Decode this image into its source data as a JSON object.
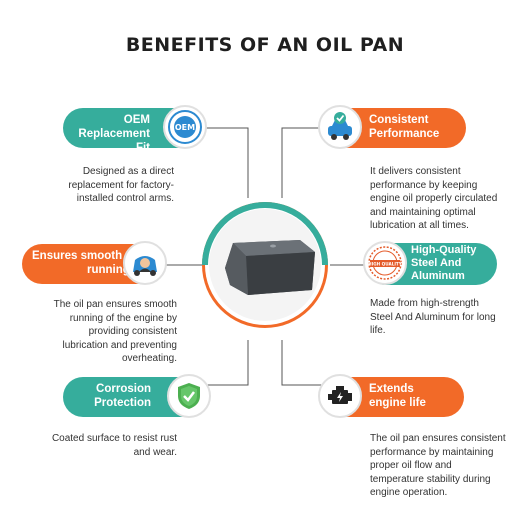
{
  "title": "BENEFITS OF AN OIL PAN",
  "colors": {
    "teal": "#36ad9c",
    "orange": "#f26a28",
    "line": "#555555"
  },
  "features": [
    {
      "title_line1": "OEM",
      "title_line2": "Replacement Fit",
      "icon": "oem-seal-icon",
      "badge_text": "OEM",
      "description": [
        "Designed as a direct",
        "replacement for factory-",
        "installed control arms."
      ]
    },
    {
      "title_line1": "Consistent",
      "title_line2": "Performance",
      "icon": "car-checkmark-icon",
      "description": [
        "It delivers consistent",
        "performance by keeping",
        "engine oil properly circulated",
        "and maintaining optimal",
        "lubrication at all times."
      ]
    },
    {
      "title_line1": "Ensures smooth",
      "title_line2": "running",
      "icon": "driver-in-car-icon",
      "description": [
        "The oil pan ensures smooth",
        "running of the engine by",
        "providing consistent",
        "lubrication and preventing",
        "overheating."
      ]
    },
    {
      "title_line1": "High-Quality",
      "title_line2": "Steel And",
      "title_line3": "Aluminum",
      "icon": "high-quality-stamp-icon",
      "badge_text": "HIGH QUALITY",
      "description": [
        "Made from high-strength",
        "Steel And Aluminum for long",
        "life."
      ]
    },
    {
      "title_line1": "Corrosion",
      "title_line2": "Protection",
      "icon": "shield-check-icon",
      "description": [
        "Coated surface to resist rust",
        "and wear."
      ]
    },
    {
      "title_line1": "Extends",
      "title_line2": "engine life",
      "icon": "engine-icon",
      "description": [
        "The oil pan ensures consistent",
        "performance by maintaining",
        "proper oil flow and",
        "temperature stability during",
        "engine operation."
      ]
    }
  ]
}
